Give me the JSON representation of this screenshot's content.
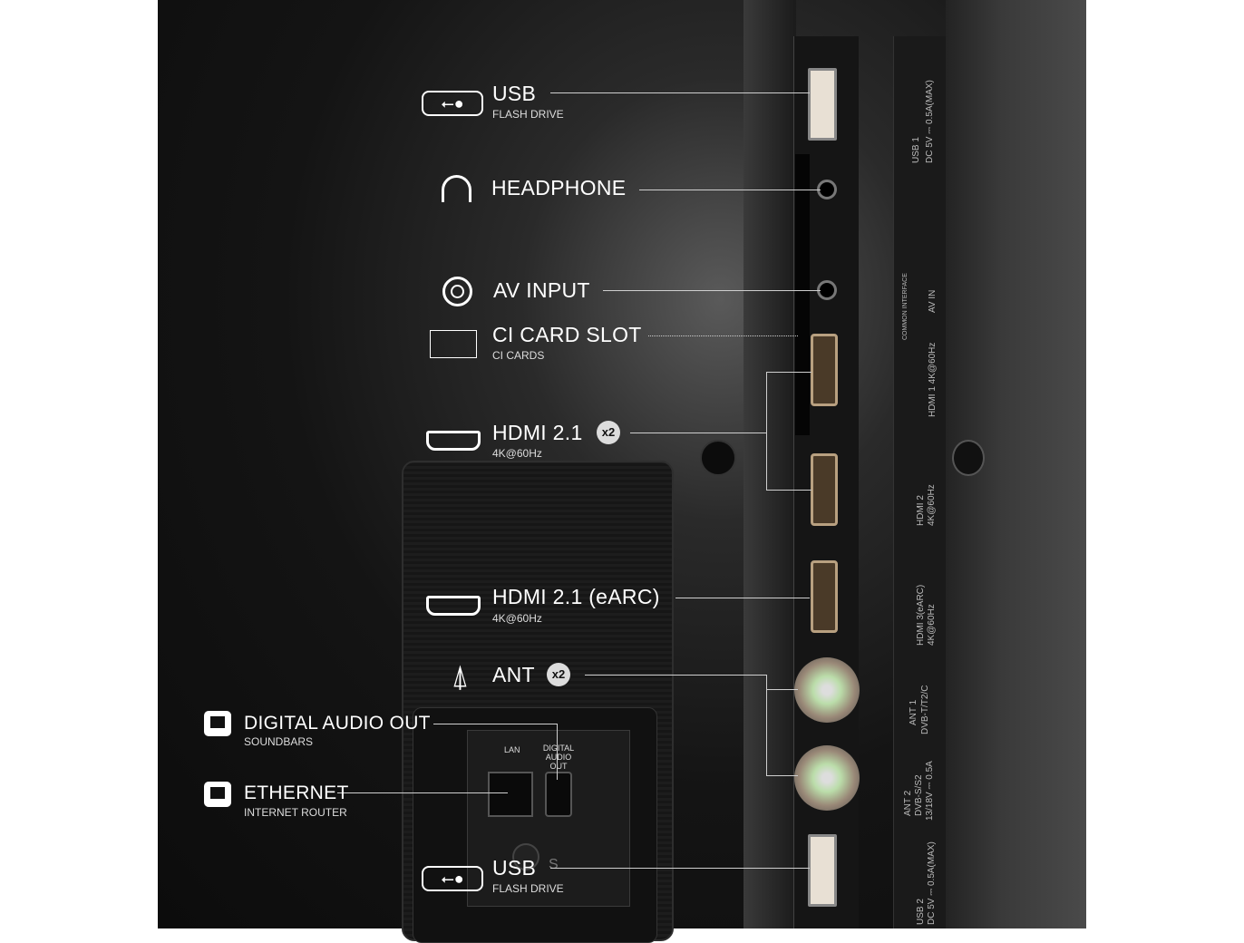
{
  "connectors": [
    {
      "id": "usb1",
      "label": "USB",
      "sub": "FLASH DRIVE",
      "icon": "usb-icon"
    },
    {
      "id": "headphone",
      "label": "HEADPHONE",
      "icon": "headphone-icon"
    },
    {
      "id": "av",
      "label": "AV INPUT",
      "icon": "av-input-icon"
    },
    {
      "id": "ci",
      "label": "CI CARD SLOT",
      "sub": "CI CARDS",
      "icon": "card-slot-icon"
    },
    {
      "id": "hdmi",
      "label": "HDMI 2.1",
      "sub": "4K@60Hz",
      "badge": "x2",
      "icon": "hdmi-icon"
    },
    {
      "id": "hdmiearc",
      "label": "HDMI 2.1 (eARC)",
      "sub": "4K@60Hz",
      "icon": "hdmi-icon"
    },
    {
      "id": "ant",
      "label": "ANT",
      "badge": "x2",
      "icon": "antenna-icon"
    },
    {
      "id": "optical",
      "label": "DIGITAL AUDIO OUT",
      "sub": "SOUNDBARS",
      "icon": "optical-port-icon"
    },
    {
      "id": "ethernet",
      "label": "ETHERNET",
      "sub": "INTERNET ROUTER",
      "icon": "ethernet-icon"
    },
    {
      "id": "usb2",
      "label": "USB",
      "sub": "FLASH DRIVE",
      "icon": "usb-icon"
    }
  ],
  "panel_text": {
    "lan": "LAN",
    "digital_audio_out": "DIGITAL AUDIO OUT",
    "s_mark": "S",
    "usb1": "USB 1",
    "usb1_power": "DC 5V ⎓ 0.5A(MAX)",
    "av_in": "AV IN",
    "common_interface": "COMMON INTERFACE",
    "hdmi1": "HDMI 1  4K@60Hz",
    "hdmi2": "HDMI 2",
    "hdmi2_spec": "4K@60Hz",
    "hdmi3": "HDMI 3(eARC)",
    "hdmi3_spec": "4K@60Hz",
    "ant1": "ANT 1",
    "ant1_spec": "DVB-T/T2/C",
    "ant2": "ANT 2",
    "ant2_spec": "DVB-S/S2",
    "ant2_power": "13/18V ⎓ 0.5A",
    "usb2": "USB 2",
    "usb2_power": "DC 5V ⎓ 0.5A(MAX)"
  }
}
